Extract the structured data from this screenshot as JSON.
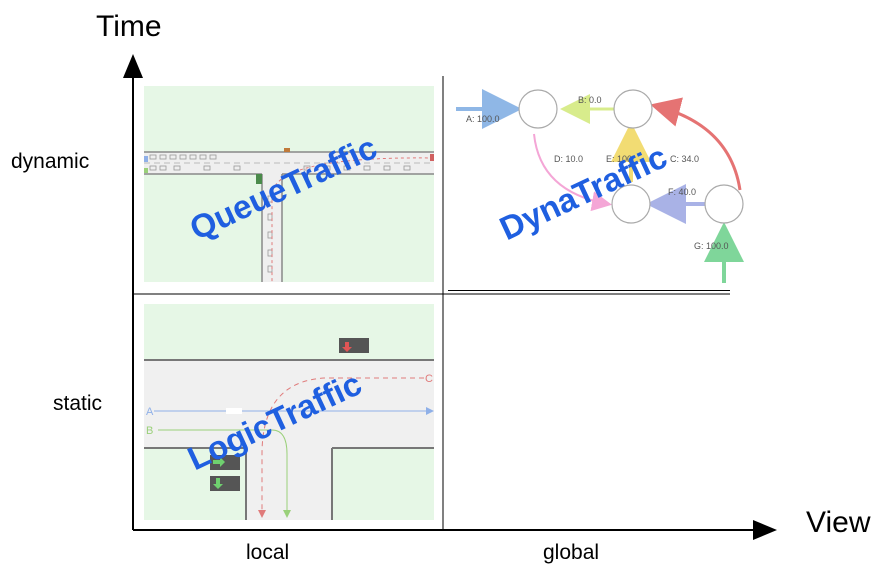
{
  "axes": {
    "y_title": "Time",
    "x_title": "View",
    "rows": [
      "dynamic",
      "static"
    ],
    "columns": [
      "local",
      "global"
    ]
  },
  "panels": {
    "top_left": {
      "title": "QueueTraffic"
    },
    "top_right": {
      "title": "DynaTraffic",
      "edges": [
        {
          "label": "A: 100.0",
          "color": "#8fb7e6"
        },
        {
          "label": "B: 0.0",
          "color": "#d8ec8c"
        },
        {
          "label": "C: 34.0",
          "color": "#e57373"
        },
        {
          "label": "D: 10.0",
          "color": "#f4a6d6"
        },
        {
          "label": "E: 100",
          "color": "#f2dc73"
        },
        {
          "label": "F: 40.0",
          "color": "#a9b2e6"
        },
        {
          "label": "G: 100.0",
          "color": "#7fd69a"
        }
      ]
    },
    "bottom_left": {
      "title": "LogicTraffic",
      "lanes": [
        {
          "label": "A",
          "color": "#8fb0e8"
        },
        {
          "label": "B",
          "color": "#9ad07a"
        },
        {
          "label": "C",
          "color": "#e07b7b"
        }
      ]
    }
  },
  "colors": {
    "overlay_text": "#1f5fe0",
    "panel_bg": "#e6f7e6",
    "road": "#f0f0f0",
    "axis": "#000000"
  }
}
